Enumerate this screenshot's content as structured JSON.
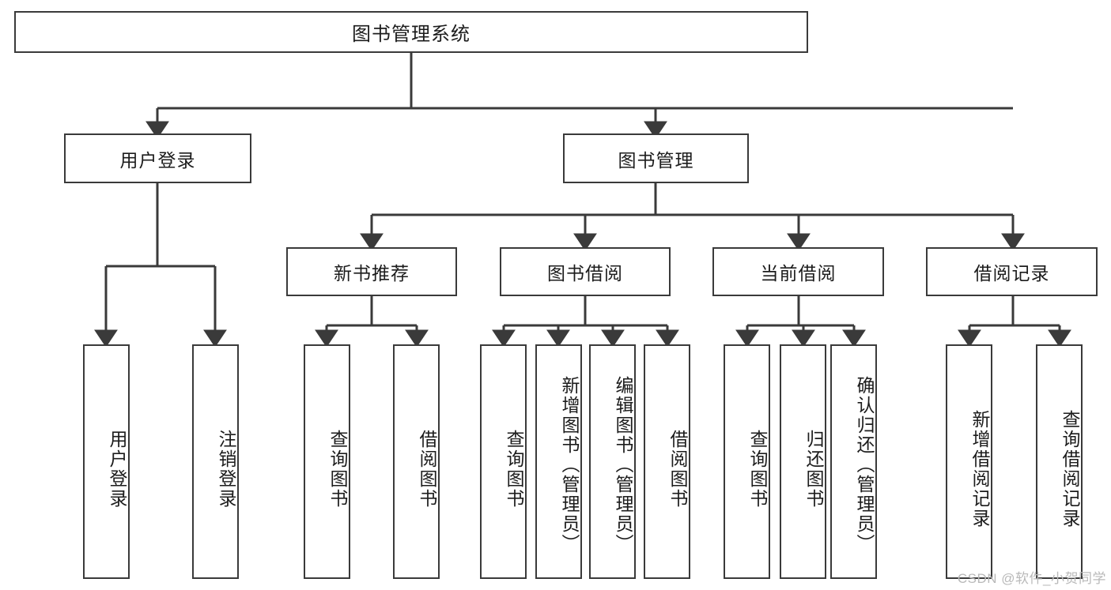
{
  "diagram": {
    "title": "图书管理系统",
    "type": "hierarchy-tree",
    "root": {
      "label": "图书管理系统"
    },
    "level2": [
      {
        "label": "用户登录"
      },
      {
        "label": "图书管理"
      }
    ],
    "level3": [
      {
        "label": "新书推荐"
      },
      {
        "label": "图书借阅"
      },
      {
        "label": "当前借阅"
      },
      {
        "label": "借阅记录"
      }
    ],
    "leaves": [
      {
        "label": "用户登录",
        "parent": "用户登录"
      },
      {
        "label": "注销登录",
        "parent": "用户登录"
      },
      {
        "label": "查询图书",
        "parent": "新书推荐"
      },
      {
        "label": "借阅图书",
        "parent": "新书推荐"
      },
      {
        "label": "查询图书",
        "parent": "图书借阅"
      },
      {
        "label": "新增图书（管理员）",
        "parent": "图书借阅"
      },
      {
        "label": "编辑图书（管理员）",
        "parent": "图书借阅"
      },
      {
        "label": "借阅图书",
        "parent": "图书借阅"
      },
      {
        "label": "查询图书",
        "parent": "当前借阅"
      },
      {
        "label": "归还图书",
        "parent": "当前借阅"
      },
      {
        "label": "确认归还（管理员）",
        "parent": "当前借阅"
      },
      {
        "label": "新增借阅记录",
        "parent": "借阅记录"
      },
      {
        "label": "查询借阅记录",
        "parent": "借阅记录"
      }
    ]
  },
  "watermark": {
    "text": "CSDN @软件_小贺同学"
  },
  "colors": {
    "stroke": "#3a3a3a",
    "fill": "#ffffff",
    "text": "#1c1c1c",
    "watermark": "#b9b9b9"
  }
}
